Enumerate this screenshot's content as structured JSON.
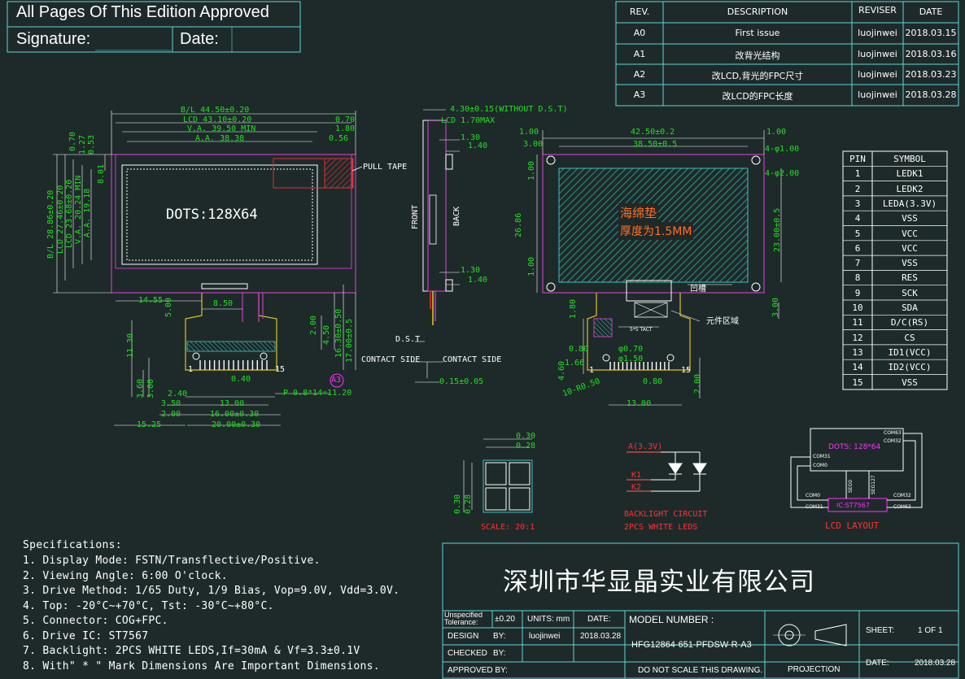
{
  "header": {
    "approved_text": "All Pages Of This Edition Approved",
    "signature_label": "Signature:",
    "date_label": "Date:"
  },
  "revisions": {
    "columns": [
      "REV.",
      "DESCRIPTION",
      "REVISER",
      "DATE"
    ],
    "rows": [
      {
        "rev": "A0",
        "desc": "First issue",
        "reviser": "luojinwei",
        "date": "2018.03.15"
      },
      {
        "rev": "A1",
        "desc": "改背光结构",
        "reviser": "luojinwei",
        "date": "2018.03.16"
      },
      {
        "rev": "A2",
        "desc": "改LCD,背光的FPC尺寸",
        "reviser": "luojinwei",
        "date": "2018.03.23"
      },
      {
        "rev": "A3",
        "desc": "改LCD的FPC长度",
        "reviser": "luojinwei",
        "date": "2018.03.28"
      }
    ]
  },
  "pins": {
    "columns": [
      "PIN",
      "SYMBOL"
    ],
    "rows": [
      [
        "1",
        "LEDK1"
      ],
      [
        "2",
        "LEDK2"
      ],
      [
        "3",
        "LEDA(3.3V)"
      ],
      [
        "4",
        "VSS"
      ],
      [
        "5",
        "VCC"
      ],
      [
        "6",
        "VCC"
      ],
      [
        "7",
        "VSS"
      ],
      [
        "8",
        "RES"
      ],
      [
        "9",
        "SCK"
      ],
      [
        "10",
        "SDA"
      ],
      [
        "11",
        "D/C(RS)"
      ],
      [
        "12",
        "CS"
      ],
      [
        "13",
        "ID1(VCC)"
      ],
      [
        "14",
        "ID2(VCC)"
      ],
      [
        "15",
        "VSS"
      ]
    ]
  },
  "front_view": {
    "dots": "DOTS:128X64",
    "pull_tape": "PULL TAPE",
    "bl_w": "B/L 44.50±0.20",
    "lcd_w": "LCD 43.10±0.20",
    "va_w": "V.A. 39.50 MIN",
    "aa_w": "A.A. 38.38",
    "r070": "0.70",
    "r180": "1.80",
    "r056": "0.56",
    "bl_h": "B/L 28.86±0.20",
    "lcd_h": "LCD 27.46±0.20",
    "lcd_h2": "LCD 23.68±0.20",
    "va_h": "V.A. 20.24 MIN",
    "aa_h": "A.A. 19.18",
    "l070": "0.70",
    "l127": "1.27",
    "l053": "0.53",
    "l801": "8.01",
    "d1455": "14.55",
    "d500": "5.00",
    "d850": "8.50",
    "d1130": "11.30",
    "d200": "2.00",
    "d450": "4.50",
    "d1630": "16.30±0.50",
    "d1700": "17.00±0.5",
    "d040": "0.40",
    "pin1": "1",
    "pin15": "15",
    "d360": "3.60",
    "d300": "3.00",
    "d240": "2.40",
    "d350": "3.50",
    "d1300": "13.00",
    "d200b": "2.00",
    "d1600": "16.00±0.30",
    "d1525": "15.25",
    "d2000": "20.00±0.30",
    "pitch": "P 0.8*14=11.20",
    "rev_mark": "A3"
  },
  "side_view": {
    "thick_total": "4.30±0.15(WITHOUT D.S.T)",
    "thick_lcd": "LCD 1.70MAX",
    "s130a": "1.30",
    "s140a": "1.40",
    "s130b": "1.30",
    "s140b": "1.40",
    "front": "FRONT",
    "back": "BACK",
    "dst": "D.S.T",
    "contact_l": "CONTACT SIDE",
    "contact_r": "CONTACT SIDE",
    "fpc_t": "0.15±0.05"
  },
  "back_view": {
    "b100a": "1.00",
    "b300": "3.00",
    "b4250": "42.50±0.2",
    "b3850": "38.50±0.5",
    "b100b": "1.00",
    "hole1": "4-φ1.00",
    "hole2": "4-φ2.00",
    "b100c": "1.00",
    "b2686": "26.86",
    "b100d": "1.00",
    "b2300": "23.00±0.5",
    "sponge1": "海绵垫",
    "sponge2": "厚度为1.5MM",
    "groove": "凹槽",
    "component": "元件区域",
    "b180": "1.80",
    "b080": "0.80",
    "b166": "1.66",
    "b460": "4.60",
    "b070": "φ0.70",
    "b150": "φ1.50",
    "part": "5*5 TACT",
    "r050": "10-R0.50",
    "p1": "1",
    "p15": "15",
    "b080b": "0.80",
    "b1300": "13.00",
    "b200": "2.00",
    "b300b": "3.00"
  },
  "scale_view": {
    "t030": "0.30",
    "t028": "0.28",
    "l030": "0.30",
    "l028": "0.28",
    "label": "SCALE: 20:1"
  },
  "backlight": {
    "anode": "A(3.3V)",
    "k1": "K1",
    "k2": "K2",
    "label1": "BACKLIGHT CIRCUIT",
    "label2": "2PCS WHITE LEDS"
  },
  "lcd_layout": {
    "dots": "DOTS: 128*64",
    "com63": "COM63",
    "com32": "COM32",
    "com31": "COM31",
    "com0": "COM0",
    "seg0": "SEG0",
    "seg127": "SEG127",
    "ic": "IC:ST7567",
    "com0b": "COM0",
    "com31b": "COM31",
    "com32b": "COM32",
    "com63b": "COM63",
    "label": "LCD  LAYOUT"
  },
  "specs": {
    "title": "Specifications:",
    "items": [
      "1. Display Mode: FSTN/Transflective/Positive.",
      "2. Viewing Angle:   6:00 O'clock.",
      "3. Drive Method: 1/65 Duty, 1/9 Bias, Vop=9.0V, Vdd=3.0V.",
      "4. Top: -20°C~+70°C, Tst: -30°C~+80°C.",
      "5. Connector:  COG+FPC.",
      "6. Drive IC: ST7567",
      "7. Backlight: 2PCS WHITE LEDS,If=30mA & Vf=3.3±0.1V",
      "8. With\" * \" Mark Dimensions Are Important Dimensions."
    ]
  },
  "title_block": {
    "company": "深圳市华显晶实业有限公司",
    "tolerance_label": "Unspecified Tolerance:",
    "tolerance_value": "±0.20",
    "units": "UNITS: mm",
    "date_label": "DATE:",
    "model_label": "MODEL NUMBER :",
    "design_label": "DESIGN",
    "by1": "BY:",
    "designer": "luojinwei",
    "design_date": "2018.03.28",
    "model_number": "HFG12864-651-PFDSW-R-A3",
    "checked_label": "CHECKED",
    "by2": "BY:",
    "approved_label": "APPROVED BY:",
    "no_scale": "DO NOT SCALE THIS DRAWING.",
    "projection": "PROJECTION",
    "sheet_label": "SHEET:",
    "sheet_value": "1  OF  1",
    "date2_label": "DATE:",
    "date2_value": "2018.03.28"
  },
  "colors": {
    "background": "#1e2a2a",
    "border": "#5fd7d7",
    "dimension": "#20e020",
    "outline": "#c040c0",
    "fpc": "#e0c020",
    "red_text": "#ff3030",
    "magenta_text": "#ff30ff",
    "sponge_text": "#ff7020"
  }
}
